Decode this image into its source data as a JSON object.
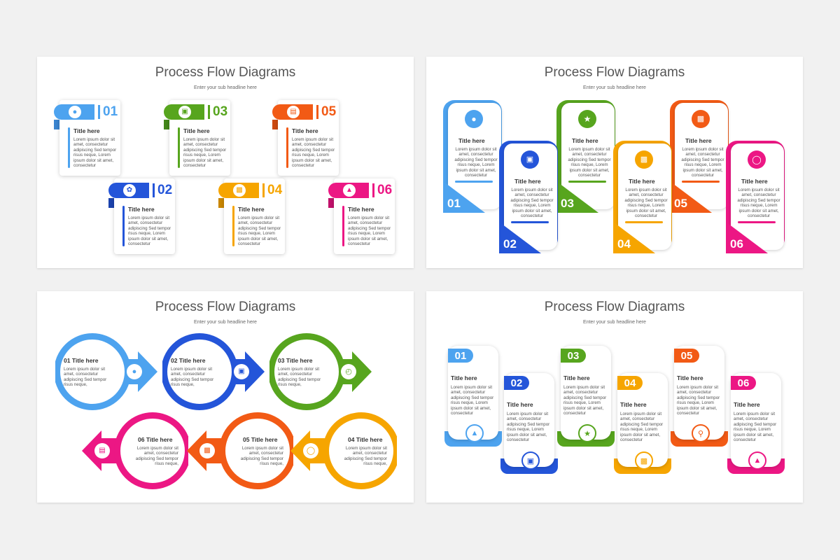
{
  "slide_title": "Process Flow Diagrams",
  "slide_subtitle": "Enter your sub headline here",
  "step_title": "Title here",
  "numbers": [
    "01",
    "02",
    "03",
    "04",
    "05",
    "06"
  ],
  "numbered_titles": [
    "01 Title here",
    "02 Title here",
    "03 Title here",
    "04 Title here",
    "05 Title here",
    "06 Title here"
  ],
  "text_short": "Lorem ipsum dolor sit amet, consectetur adipiscing Sed tempor risus neque, Lorem ipsum dolor sit amet, consectetur",
  "text_medium": "Lorem ipsum dolor sit amet, consectetur adipiscing Sed tempor risus neque, Lorem ipsum dolor sit amet, consectetur",
  "text_ring": "Lorem ipsum dolor sit amet, consectetur adipiscing Sed tempor risus neque,",
  "colors": {
    "light_blue": "#4da3ef",
    "blue": "#2455d9",
    "green": "#57a51e",
    "orange": "#f6a500",
    "red_orange": "#f25a15",
    "magenta": "#ec1784"
  },
  "icons": {
    "s1": [
      "lightbulb-icon",
      "globe-hand-icon",
      "presentation-icon",
      "bus-icon",
      "money-card-icon",
      "microscope-icon"
    ],
    "s2": [
      "lightbulb-icon",
      "laptop-icon",
      "trophy-icon",
      "network-icon",
      "bus-icon",
      "globe-icon"
    ],
    "s3": [
      "lightbulb-icon",
      "book-icon",
      "alarm-clock-icon",
      "globe-icon",
      "bus-icon",
      "monitor-icon"
    ],
    "s4": [
      "flask-icon",
      "book-icon",
      "trophy-icon",
      "network-icon",
      "search-icon",
      "bell-icon"
    ]
  }
}
